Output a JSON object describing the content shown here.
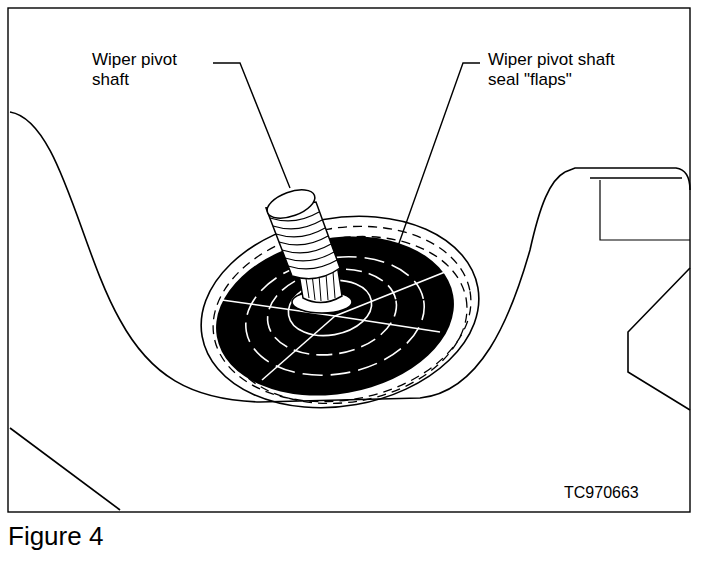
{
  "diagram": {
    "caption": "Figure 4",
    "labels": [
      "Wiper pivot shaft",
      "Wiper pivot shaft seal \"flaps\"",
      "TC970663"
    ]
  }
}
